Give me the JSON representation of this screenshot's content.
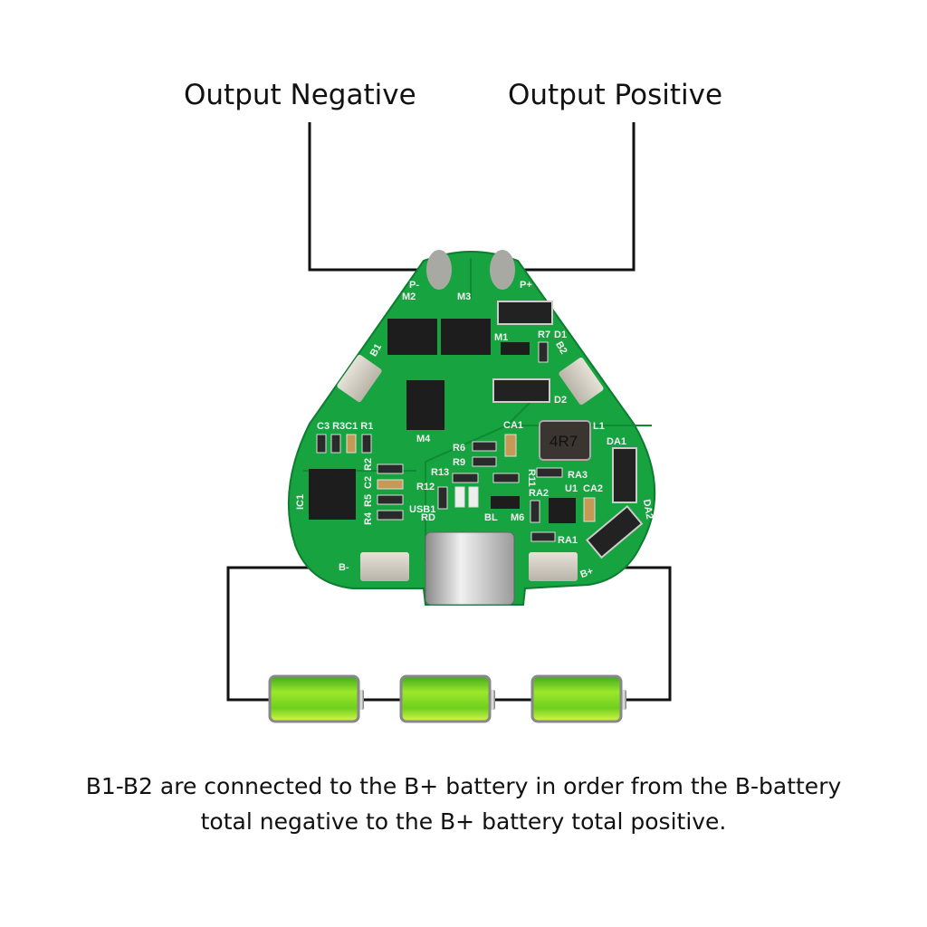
{
  "labels": {
    "output_negative": "Output Negative",
    "output_positive": "Output Positive"
  },
  "caption": {
    "line1": "B1-B2 are connected to the B+ battery in order from the B-battery",
    "line2": "total negative to the B+ battery total positive."
  },
  "pcb": {
    "color": "#16a340",
    "pads": {
      "p_minus": "P-",
      "p_plus": "P+",
      "b1": "B1",
      "b2": "B2",
      "b_minus": "B-",
      "b_plus": "B+"
    },
    "components": {
      "m1": "M1",
      "m2": "M2",
      "m3": "M3",
      "m4": "M4",
      "m6": "M6",
      "d1": "D1",
      "d2": "D2",
      "r7": "R7",
      "l1": "L1",
      "inductor_marking": "4R7",
      "ca1": "CA1",
      "ca2": "CA2",
      "da1": "DA1",
      "da2": "DA2",
      "u1": "U1",
      "ra1": "RA1",
      "ra2": "RA2",
      "ra3": "RA3",
      "ic1": "IC1",
      "c3r3c1r1": "C3 R3C1 R1",
      "r2": "R2",
      "c2": "C2",
      "r5": "R5",
      "r4": "R4",
      "r6": "R6",
      "r9": "R9",
      "r13": "R13",
      "r12": "R12",
      "r11": "R11",
      "usb1": "USB1",
      "rd": "RD",
      "bl": "BL"
    }
  },
  "batteries": {
    "count": 3,
    "color": "#7ed321"
  }
}
